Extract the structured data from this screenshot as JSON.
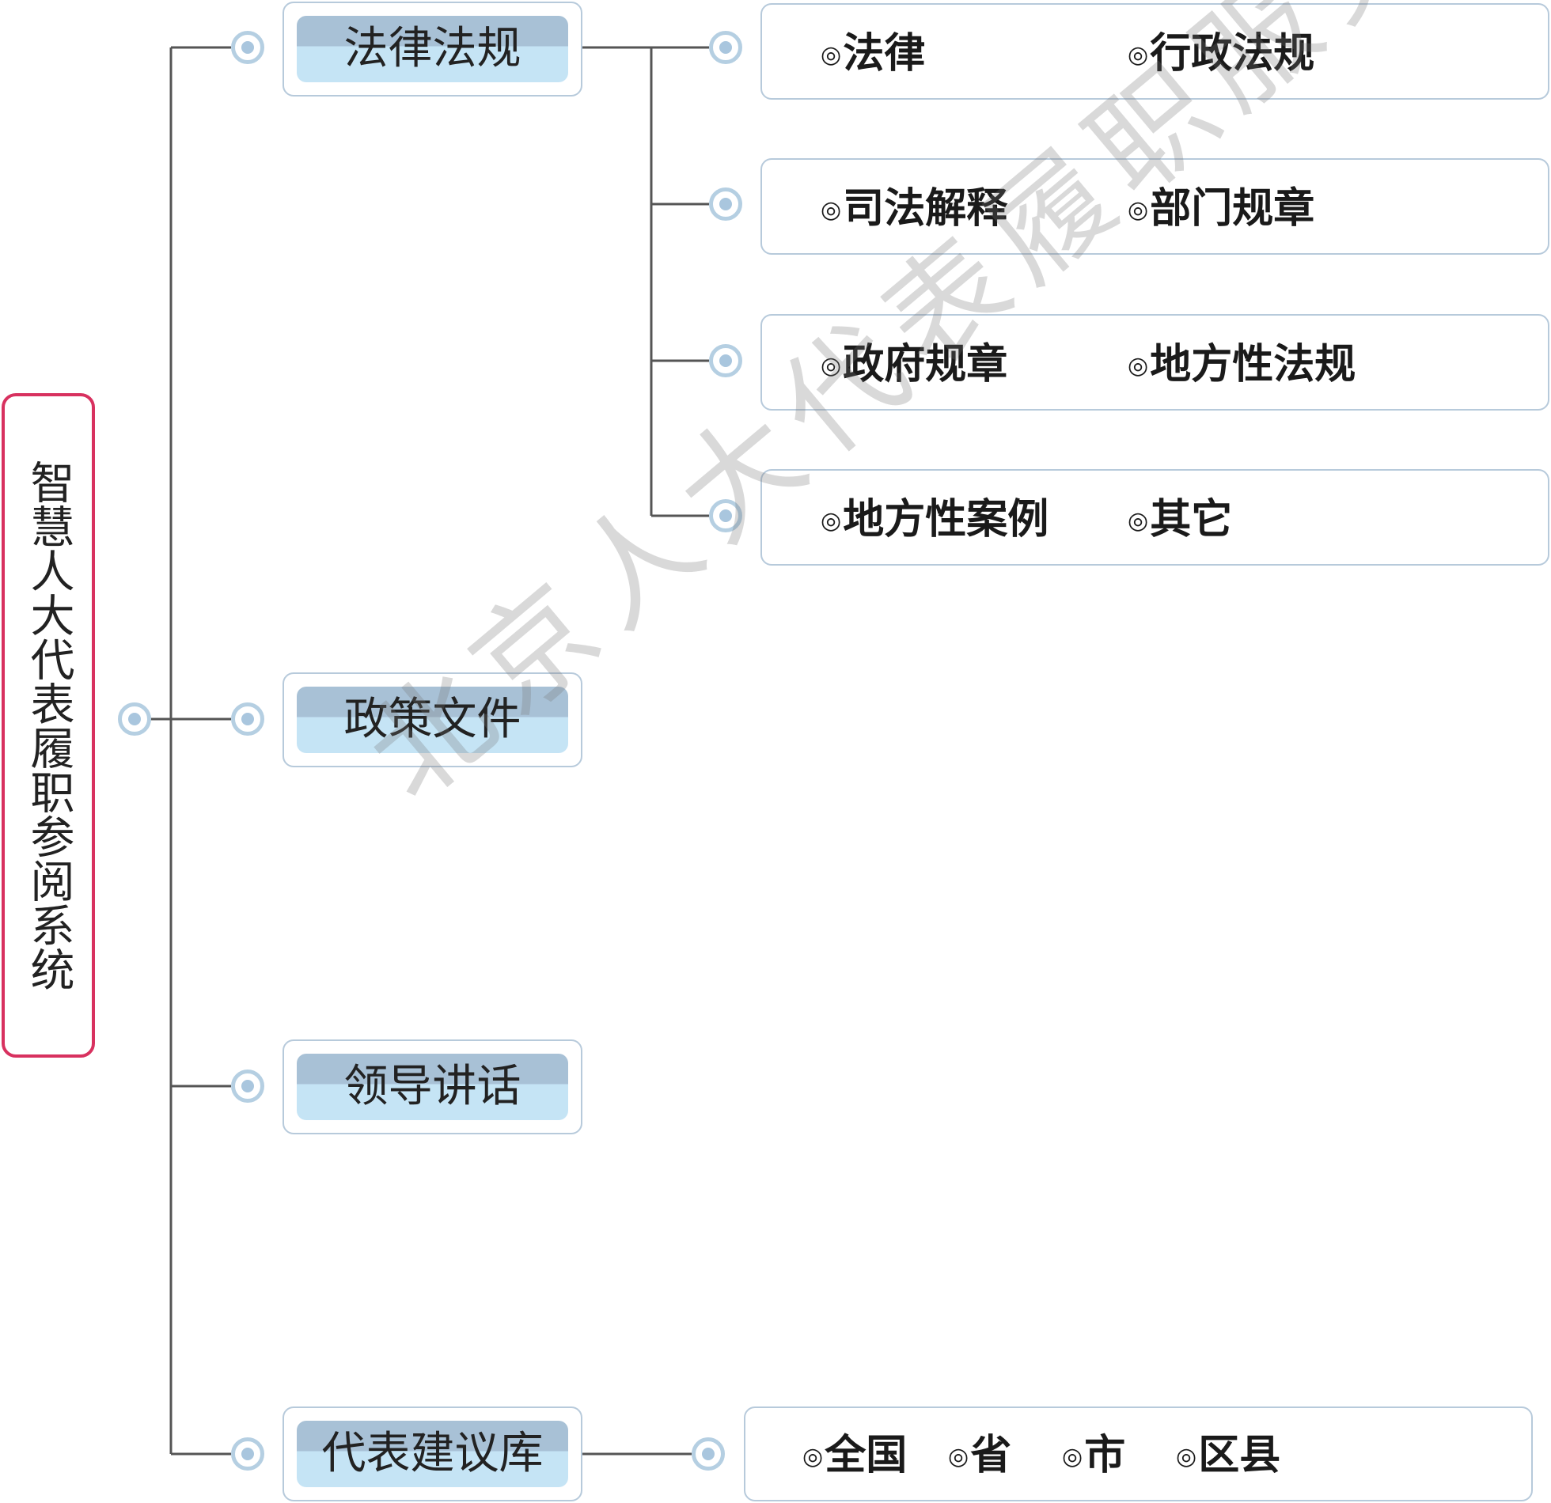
{
  "root": {
    "title": "智慧人大代表履职参阅系统"
  },
  "categories": [
    {
      "label": "法律法规"
    },
    {
      "label": "政策文件"
    },
    {
      "label": "领导讲话"
    },
    {
      "label": "代表建议库"
    }
  ],
  "marker": "◎",
  "law_groups": [
    {
      "items": [
        "法律",
        "行政法规"
      ]
    },
    {
      "items": [
        "司法解释",
        "部门规章"
      ]
    },
    {
      "items": [
        "政府规章",
        "地方性法规"
      ]
    },
    {
      "items": [
        "地方性案例",
        "其它"
      ]
    }
  ],
  "suggestion_levels": [
    "全国",
    "省",
    "市",
    "区县"
  ],
  "watermark": "北京人大代表履职服务",
  "colors": {
    "root_border": "#d8315f",
    "node_border": "#b7cadb",
    "pill_top": "#a8c1d6",
    "pill_bottom": "#c5e4f5",
    "connector": "#555555",
    "dot": "#b5cfe2"
  }
}
